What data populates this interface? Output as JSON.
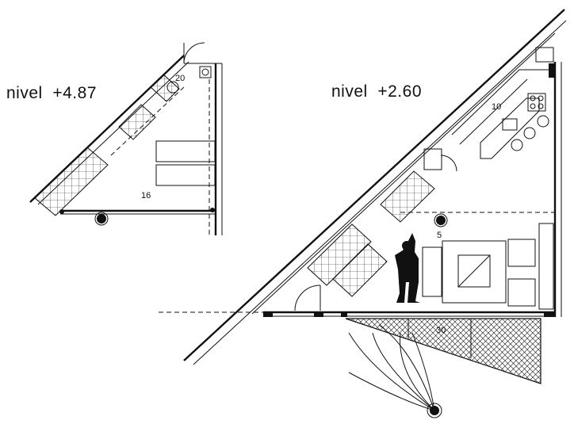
{
  "levels": [
    {
      "title": "nivel  +4.87",
      "rooms": [
        "20",
        "16"
      ]
    },
    {
      "title": "nivel  +2.60",
      "rooms": [
        "10",
        "5",
        "30"
      ]
    }
  ],
  "colors": {
    "ink": "#111111",
    "paper": "#ffffff"
  }
}
